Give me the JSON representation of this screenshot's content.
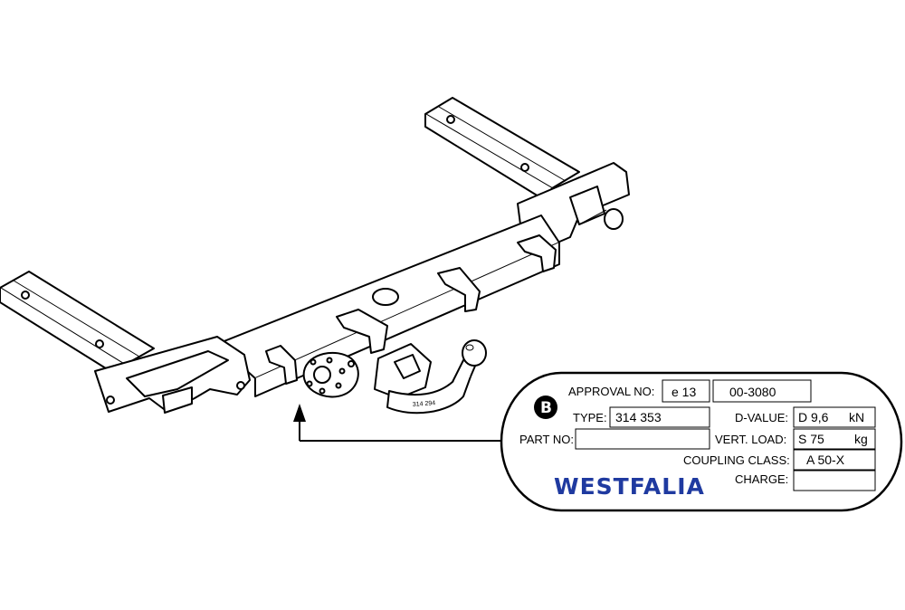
{
  "part_stamp": "314 294",
  "plate": {
    "badge": "B",
    "approval_label": "APPROVAL NO:",
    "approval_country": "e 13",
    "approval_number": "00-3080",
    "type_label": "TYPE:",
    "type_value": "314 353",
    "d_value_label": "D-VALUE:",
    "d_value": "D 9,6",
    "d_value_unit": "kN",
    "part_no_label": "PART NO:",
    "part_no_value": "",
    "vert_load_label": "VERT. LOAD:",
    "vert_load": "S 75",
    "vert_load_unit": "kg",
    "coupling_class_label": "COUPLING CLASS:",
    "coupling_class": "A 50-X",
    "charge_label": "CHARGE:",
    "charge_value": "",
    "brand": "WESTFALIA"
  },
  "colors": {
    "brand": "#1f3aa0",
    "line": "#000000"
  }
}
